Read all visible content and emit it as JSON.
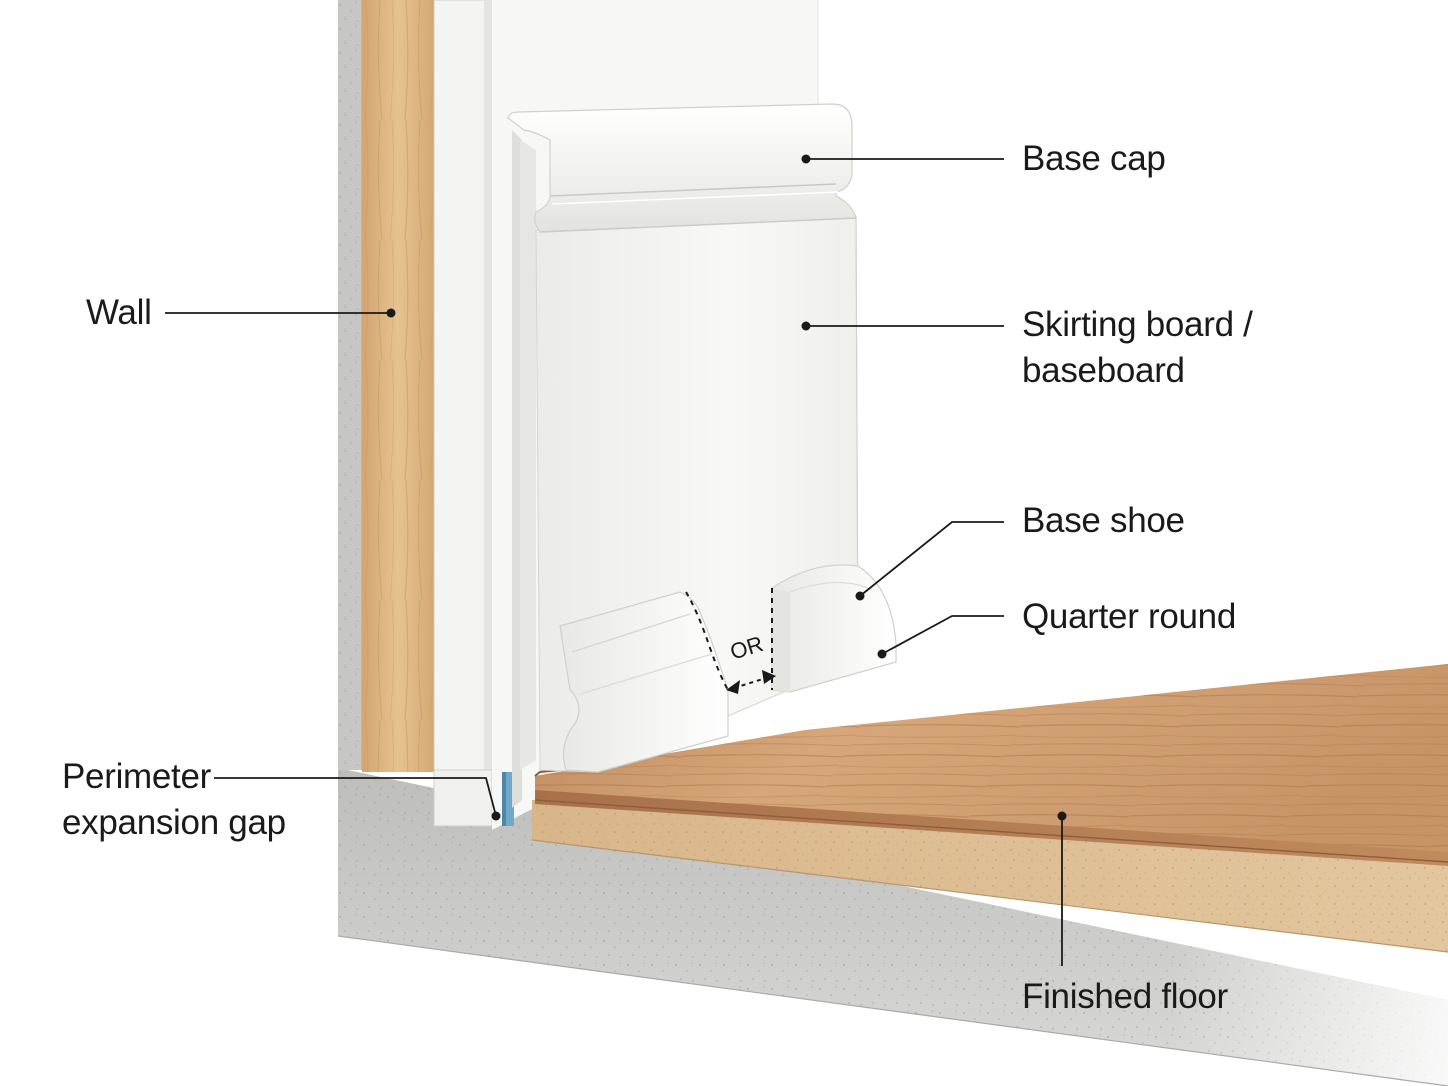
{
  "labels": {
    "wall": "Wall",
    "base_cap": "Base cap",
    "skirting_board_line1": "Skirting board /",
    "skirting_board_line2": "baseboard",
    "base_shoe": "Base shoe",
    "quarter_round": "Quarter round",
    "perimeter_gap_line1": "Perimeter",
    "perimeter_gap_line2": "expansion gap",
    "finished_floor": "Finished floor",
    "or": "OR"
  },
  "colors": {
    "concrete": "#c8c8c6",
    "wood_stud": "#deb688",
    "plasterboard": "#f2f2f0",
    "skirting_white": "#f6f6f4",
    "floor_plank": "#c99a6e",
    "underlay_board": "#d9b98f",
    "expansion_foam": "#6fa9c9",
    "leader_line": "#1a1a1a"
  }
}
